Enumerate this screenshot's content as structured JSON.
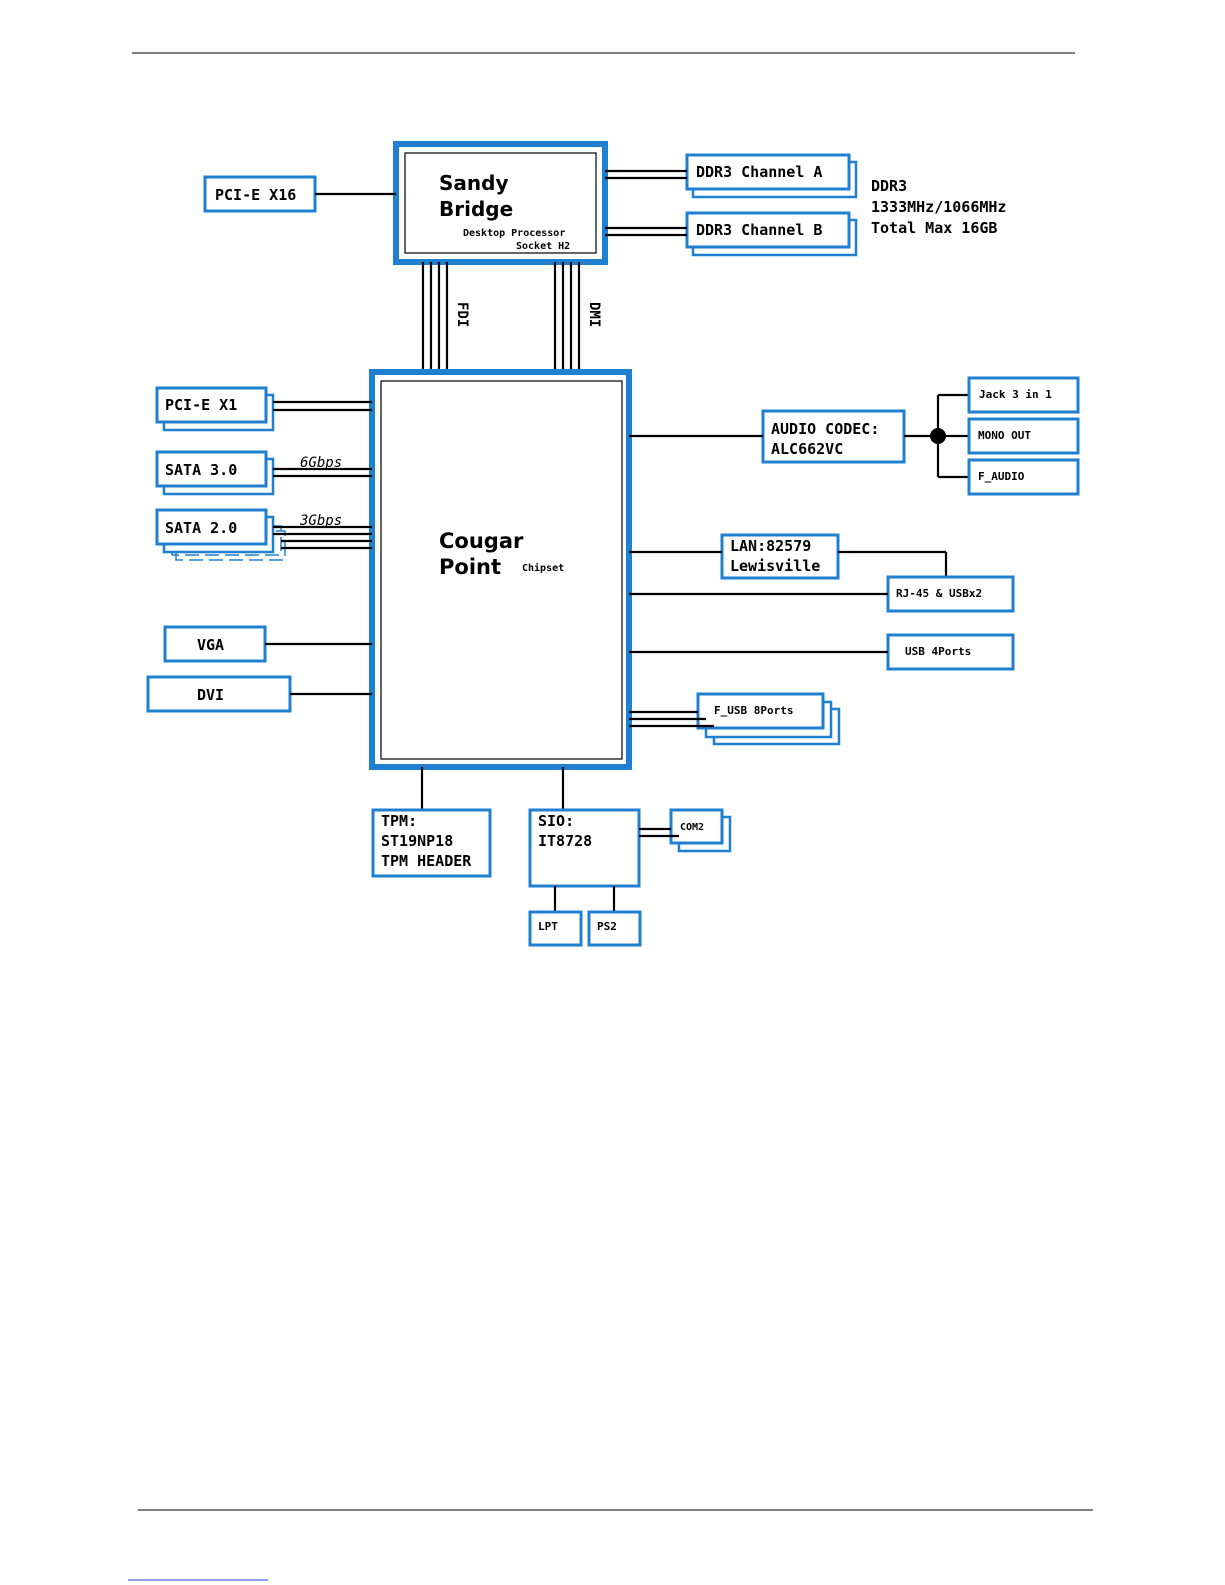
{
  "cpu": {
    "name_line1": "Sandy",
    "name_line2": "Bridge",
    "sub_line1": "Desktop Processor",
    "sub_line2": "Socket H2"
  },
  "chipset": {
    "name_line1": "Cougar",
    "name_line2": "Point",
    "sub": "Chipset"
  },
  "buses": {
    "fdi": "FDI",
    "dmi": "DMI"
  },
  "memory": {
    "channel_a": "DDR3 Channel A",
    "channel_b": "DDR3 Channel B",
    "spec_line1": "DDR3",
    "spec_line2": "1333MHz/1066MHz",
    "spec_line3": "Total Max 16GB"
  },
  "left": {
    "pcie_x16": "PCI-E X16",
    "pcie_x1": "PCI-E X1",
    "sata3": "SATA 3.0",
    "sata3_speed": "6Gbps",
    "sata2": "SATA 2.0",
    "sata2_speed": "3Gbps",
    "vga": "VGA",
    "dvi": "DVI"
  },
  "right": {
    "audio_line1": "AUDIO CODEC:",
    "audio_line2": "ALC662VC",
    "jack": "Jack 3 in 1",
    "mono_out": "MONO OUT",
    "f_audio": "F_AUDIO",
    "lan_line1": "LAN:82579",
    "lan_line2": "Lewisville",
    "rj45": "RJ-45 & USBx2",
    "usb4": "USB 4Ports",
    "fusb": "F_USB 8Ports"
  },
  "bottom": {
    "tpm_line1": "TPM:",
    "tpm_line2": "ST19NP18",
    "tpm_line3": "TPM HEADER",
    "sio_line1": "SIO:",
    "sio_line2": "IT8728",
    "com2": "COM2",
    "lpt": "LPT",
    "ps2": "PS2"
  },
  "colors": {
    "box_border": "#1f7fd0",
    "line": "#000000"
  }
}
